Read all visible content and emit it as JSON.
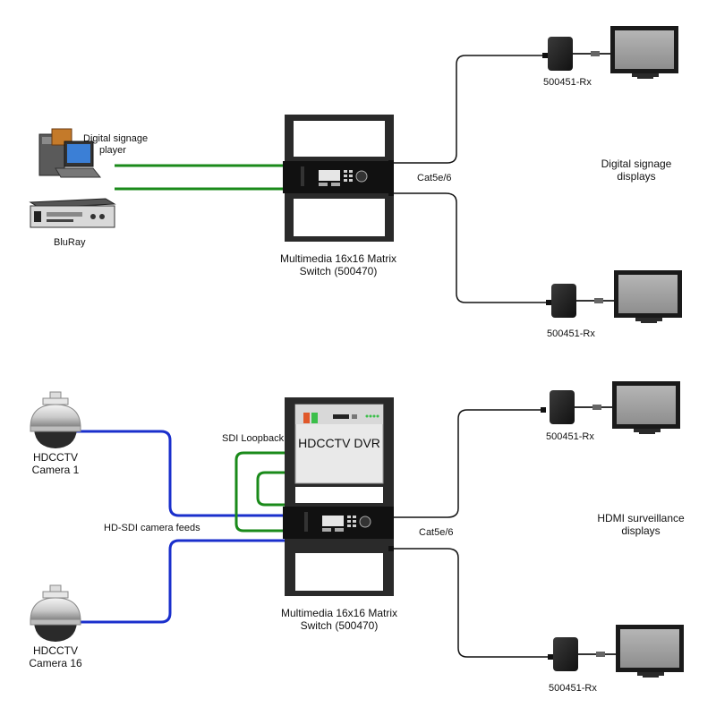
{
  "top_section": {
    "source_player_label_line1": "Digital signage",
    "source_player_label_line2": "player",
    "source_bluray_label": "BluRay",
    "switch_label_line1": "Multimedia 16x16 Matrix",
    "switch_label_line2": "Switch (500470)",
    "cable_label": "Cat5e/6",
    "receiver_top_label": "500451-Rx",
    "receiver_bottom_label": "500451-Rx",
    "displays_label_line1": "Digital signage",
    "displays_label_line2": "displays"
  },
  "bottom_section": {
    "camera1_label_line1": "HDCCTV",
    "camera1_label_line2": "Camera 1",
    "camera16_label_line1": "HDCCTV",
    "camera16_label_line2": "Camera 16",
    "feeds_label": "HD-SDI camera feeds",
    "loopback_label": "SDI Loopback",
    "dvr_label": "HDCCTV DVR",
    "switch_label_line1": "Multimedia 16x16 Matrix",
    "switch_label_line2": "Switch (500470)",
    "cable_label": "Cat5e/6",
    "receiver_top_label": "500451-Rx",
    "receiver_bottom_label": "500451-Rx",
    "displays_label_line1": "HDMI surveillance",
    "displays_label_line2": "displays"
  },
  "colors": {
    "green_cable": "#1a8a1a",
    "blue_cable": "#1a2fcc",
    "black_cable": "#111111",
    "rack": "#2a2a2a",
    "screen": "#9a9a9a"
  }
}
